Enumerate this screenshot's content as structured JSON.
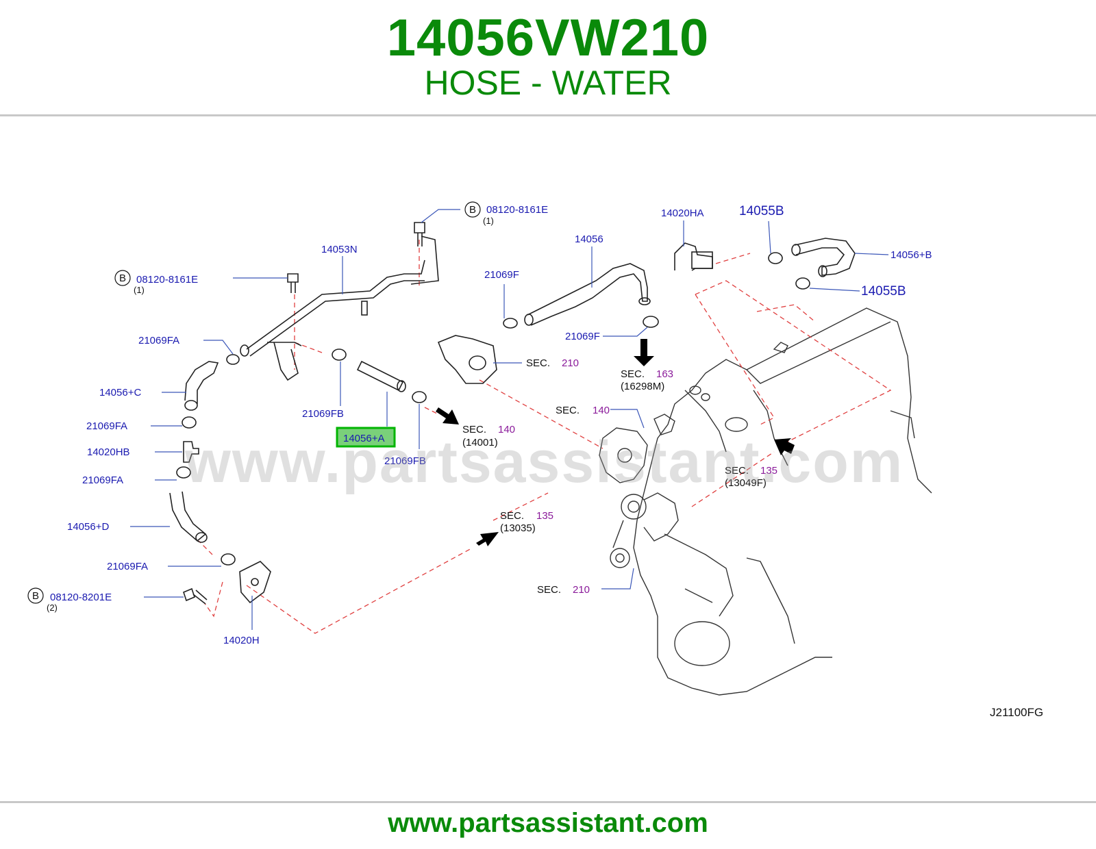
{
  "header": {
    "part_number": "14056VW210",
    "part_name": "HOSE - WATER"
  },
  "footer": {
    "url": "www.partsassistant.com"
  },
  "watermark": "www.partsassistant.com",
  "colors": {
    "title_green": "#0a8a0a",
    "callout_blue": "#1a1ab0",
    "section_purple": "#8a1a9a",
    "highlight_green": "#00b400",
    "dashed_red": "#e04040"
  },
  "diagram": {
    "code": "J21100FG",
    "highlighted_part": "14056+A",
    "bolt_refs": [
      {
        "marker": "B",
        "part": "08120-8161E",
        "qty": "(1)"
      },
      {
        "marker": "B",
        "part": "08120-8161E",
        "qty": "(1)"
      },
      {
        "marker": "B",
        "part": "08120-8201E",
        "qty": "(2)"
      }
    ],
    "callouts": [
      "14053N",
      "21069FA",
      "14056+C",
      "21069FA",
      "14020HB",
      "21069FA",
      "14056+D",
      "21069FA",
      "14020H",
      "21069FB",
      "14056+A",
      "21069FB",
      "21069F",
      "14056",
      "14020HA",
      "14055B",
      "14056+B",
      "14055B",
      "21069F"
    ],
    "sections": [
      {
        "label": "SEC.",
        "num": "210",
        "sub": ""
      },
      {
        "label": "SEC.",
        "num": "163",
        "sub": "(16298M)"
      },
      {
        "label": "SEC.",
        "num": "140",
        "sub": ""
      },
      {
        "label": "SEC.",
        "num": "140",
        "sub": "(14001)"
      },
      {
        "label": "SEC.",
        "num": "135",
        "sub": "(13049F)"
      },
      {
        "label": "SEC.",
        "num": "135",
        "sub": "(13035)"
      },
      {
        "label": "SEC.",
        "num": "210",
        "sub": ""
      }
    ]
  }
}
